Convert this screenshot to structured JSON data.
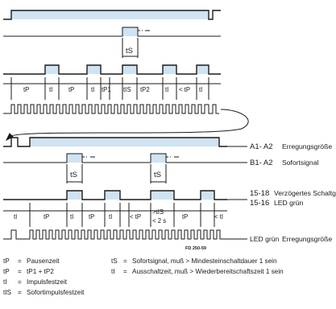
{
  "signal_labels": {
    "a1a2": "A1- A2",
    "a1a2_desc": "Erregungsgröße",
    "b1a2": "B1- A2",
    "b1a2_desc": "Sofortsignal",
    "r1518": "15-18",
    "r1518_desc": "Verzögertes Schaltglied",
    "r1516": "15-16",
    "r1516_desc": "LED grün",
    "led": "LED grün",
    "led_desc": "Erregungsgröße"
  },
  "figure_code": "FD 250-59",
  "top_intervals": [
    "tP",
    "tI",
    "tP",
    "tI",
    "tP1",
    "tIS",
    "tP2",
    "tI",
    "< tP",
    "tI"
  ],
  "top_ts_label": "tS",
  "bottom_intervals": [
    "tI",
    "tP",
    "tI",
    "tP",
    "tI",
    "< tP",
    ">tIS",
    "< 2 s",
    "tP",
    "< tI"
  ],
  "bottom_ts_labels": [
    "tS",
    "tS"
  ],
  "legend": [
    {
      "sym": "tP",
      "eq": "=",
      "text": "Pausenzeit"
    },
    {
      "sym": "tP",
      "eq": "=",
      "text": "tP1 + tP2"
    },
    {
      "sym": "tI",
      "eq": "=",
      "text": "Impulsfestzeit"
    },
    {
      "sym": "tIS",
      "eq": "=",
      "text": "Sofortimpulsfestzeit"
    },
    {
      "sym": "tS",
      "eq": "=",
      "text": "Sofortsignal, muß > Mindesteinschaltdauer 1 sein"
    },
    {
      "sym": "tI",
      "eq": "=",
      "text": "Ausschaltzeit, muß > Wiederbereitschaftszeit 1 sein"
    }
  ],
  "colors": {
    "line": "#1a1a1a",
    "fill": "#cfe3f2"
  }
}
